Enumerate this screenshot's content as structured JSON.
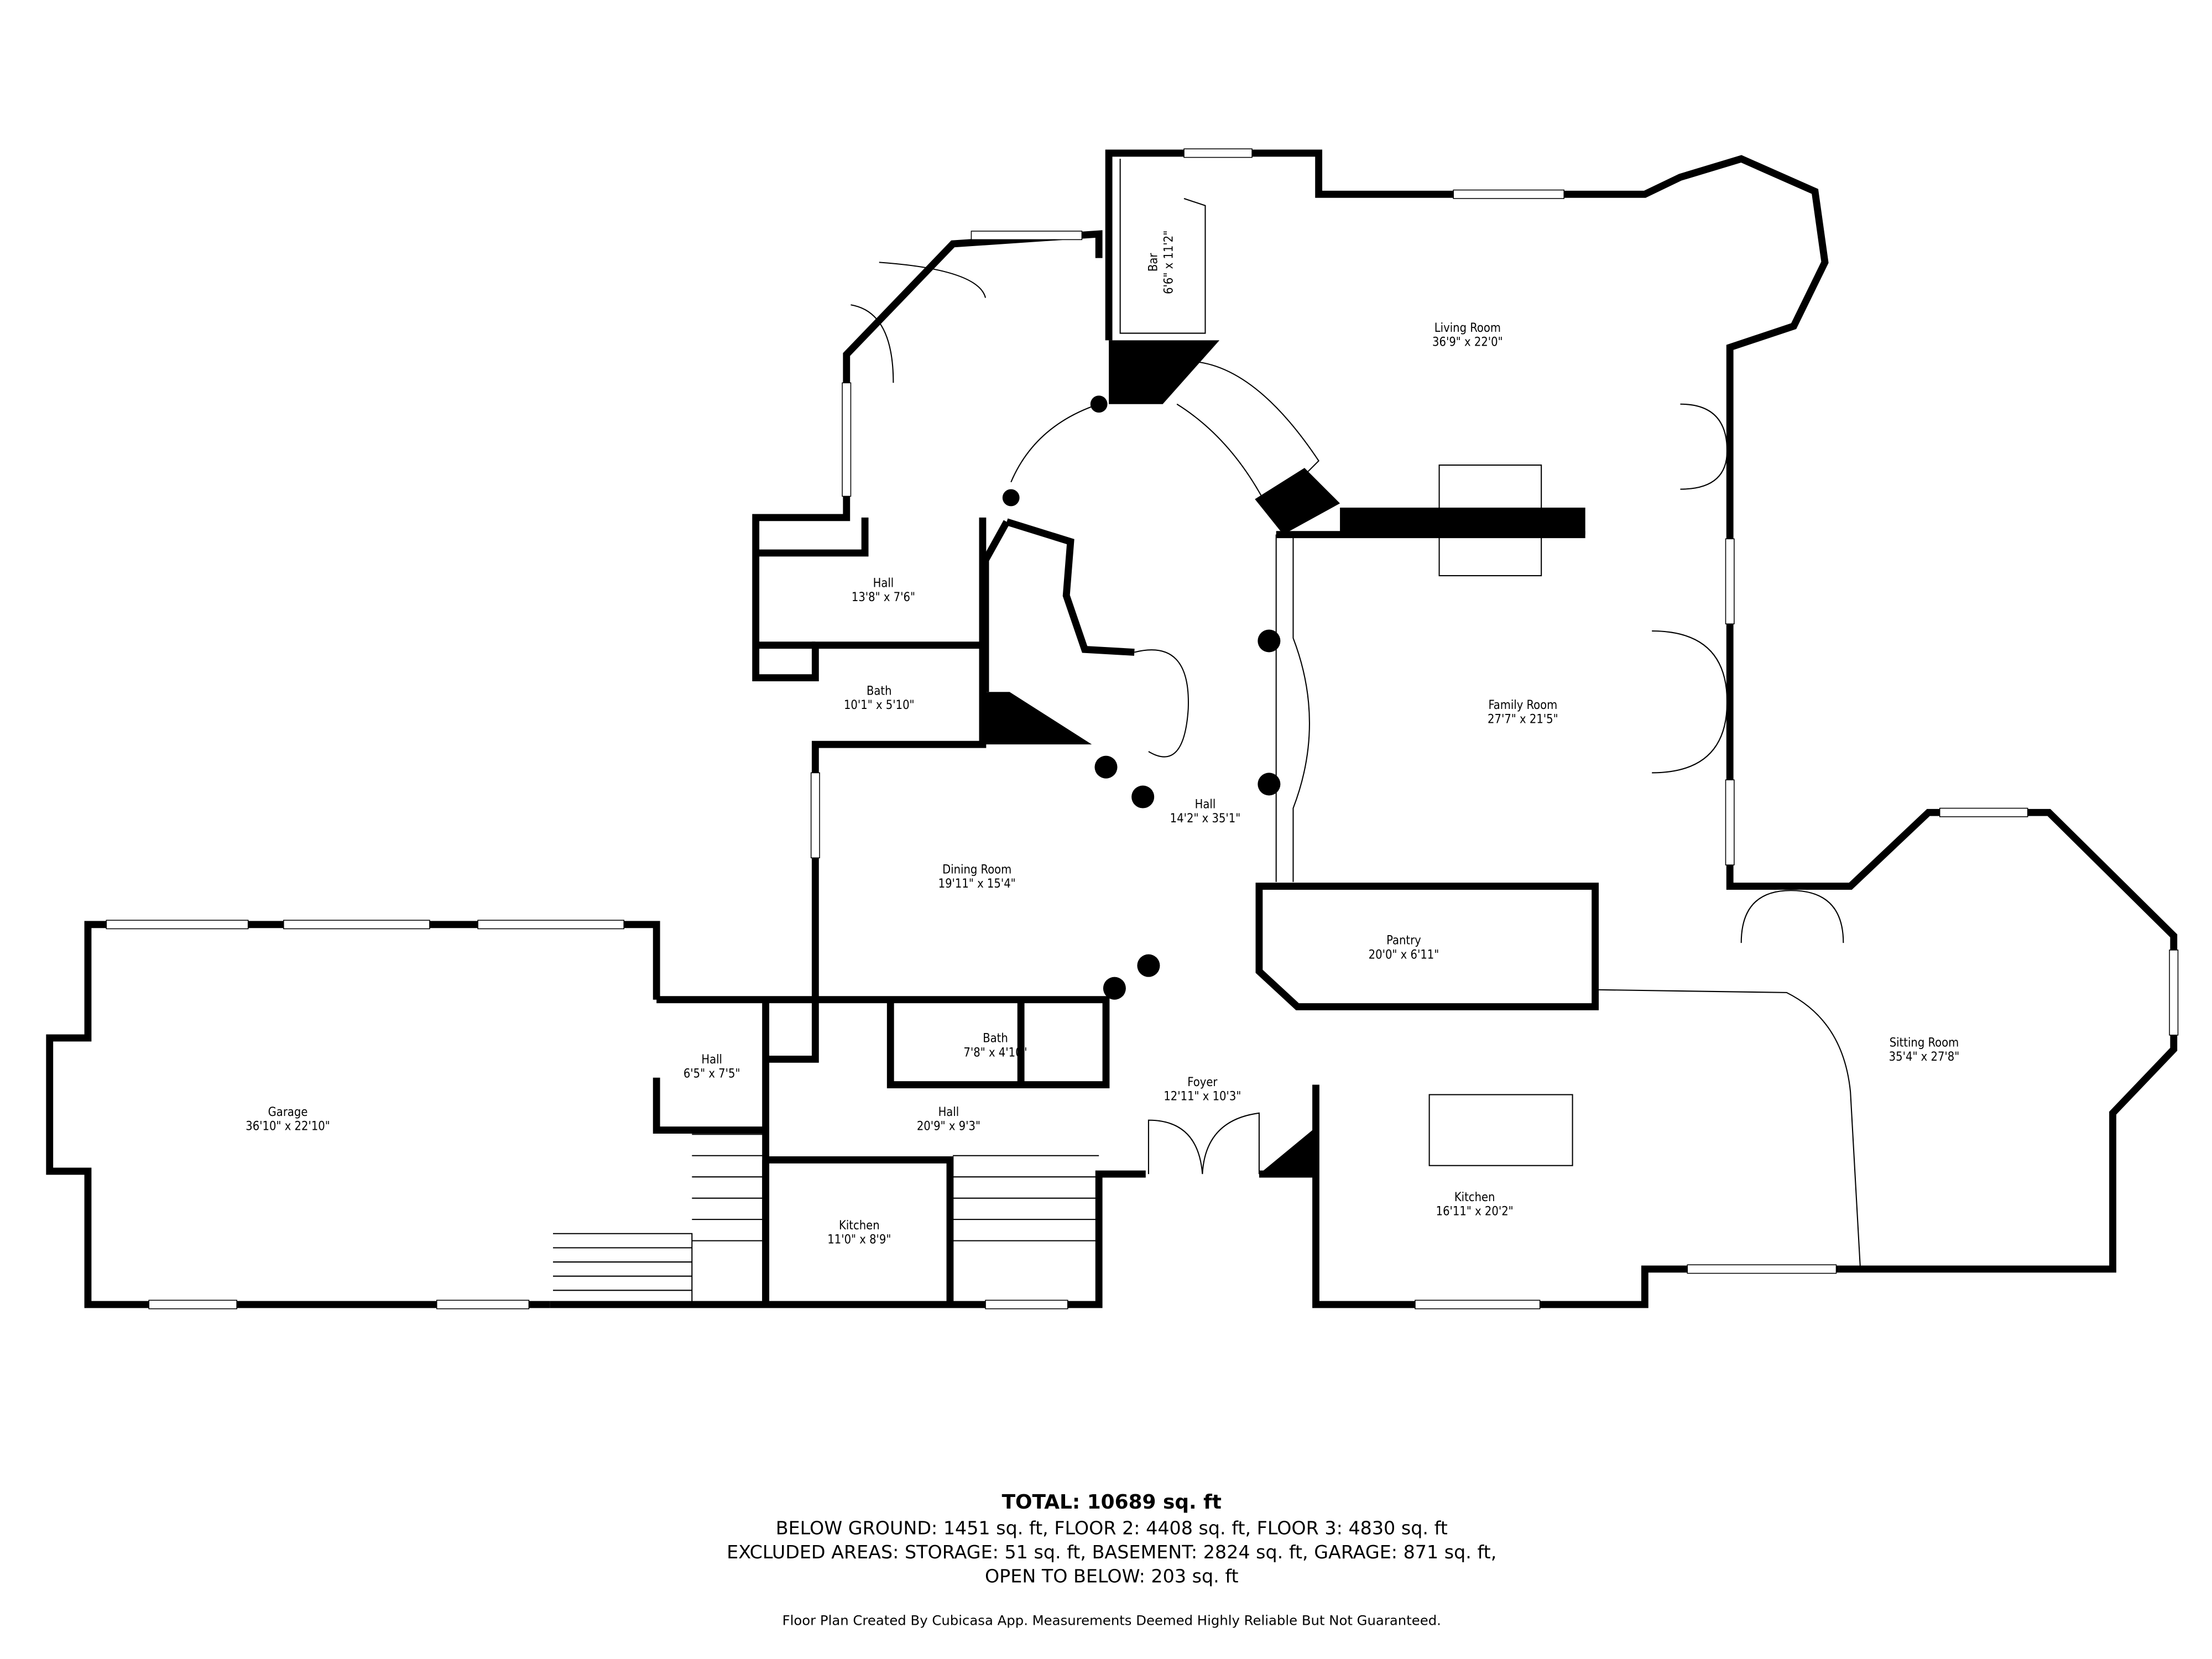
{
  "rooms": [
    {
      "name": "Bar",
      "size": "6'6\" x 11'2\""
    },
    {
      "name": "Living Room",
      "size": "36'9\" x 22'0\""
    },
    {
      "name": "Hall",
      "size": "13'8\" x 7'6\""
    },
    {
      "name": "Bath",
      "size": "10'1\" x 5'10\""
    },
    {
      "name": "Family Room",
      "size": "27'7\" x 21'5\""
    },
    {
      "name": "Hall",
      "size": "14'2\" x 35'1\""
    },
    {
      "name": "Dining Room",
      "size": "19'11\" x 15'4\""
    },
    {
      "name": "Pantry",
      "size": "20'0\" x 6'11\""
    },
    {
      "name": "Sitting Room",
      "size": "35'4\" x 27'8\""
    },
    {
      "name": "Garage",
      "size": "36'10\" x 22'10\""
    },
    {
      "name": "Hall",
      "size": "6'5\" x 7'5\""
    },
    {
      "name": "Bath",
      "size": "7'8\" x 4'10\""
    },
    {
      "name": "Foyer",
      "size": "12'11\" x 10'3\""
    },
    {
      "name": "Hall",
      "size": "20'9\" x 9'3\""
    },
    {
      "name": "Kitchen",
      "size": "11'0\" x 8'9\""
    },
    {
      "name": "Kitchen",
      "size": "16'11\" x 20'2\""
    }
  ],
  "summary": {
    "total": "TOTAL: 10689 sq. ft",
    "floors": "BELOW GROUND: 1451 sq. ft, FLOOR 2: 4408 sq. ft, FLOOR 3: 4830 sq. ft",
    "excluded": "EXCLUDED AREAS: STORAGE: 51 sq. ft, BASEMENT: 2824 sq. ft, GARAGE: 871 sq. ft,",
    "open": "OPEN TO BELOW: 203 sq. ft",
    "footer": "Floor Plan Created By Cubicasa App. Measurements Deemed Highly Reliable But Not Guaranteed."
  }
}
